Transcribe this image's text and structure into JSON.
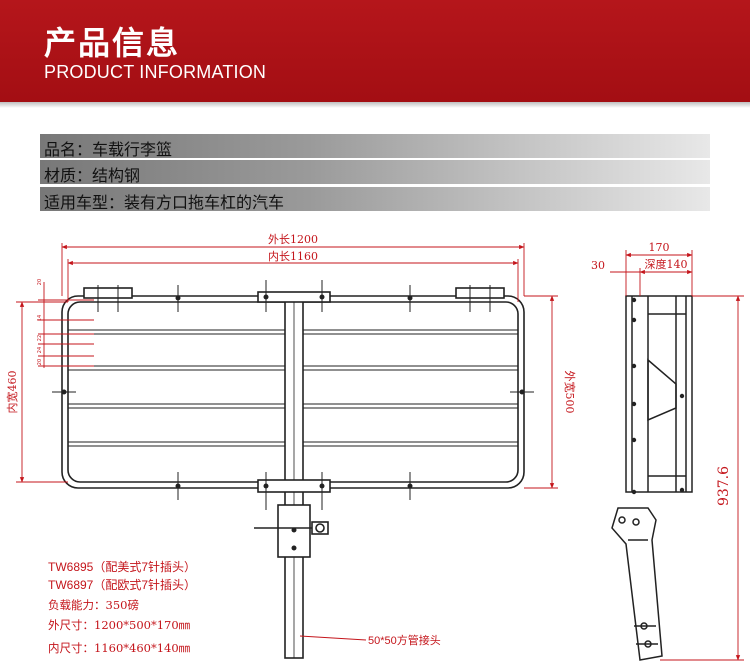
{
  "header": {
    "title_cn": "产品信息",
    "title_en": "PRODUCT INFORMATION"
  },
  "specs": [
    {
      "label": "品名：车载行李篮"
    },
    {
      "label": "材质：结构钢"
    },
    {
      "label": "适用车型：装有方口拖车杠的汽车"
    }
  ],
  "dimensions": {
    "outer_length": "外长1200",
    "inner_length": "内长1160",
    "inner_width": "内宽460",
    "outer_width": "外宽500",
    "side_top": "170",
    "side_offset": "30",
    "side_depth": "深度140",
    "total_height": "937.6",
    "small_20a": "20",
    "small_14": "14",
    "small_22": "22",
    "small_24": "24",
    "small_20b": "20"
  },
  "notes": [
    "TW6895（配美式7针插头）",
    "TW6897（配欧式7针插头）",
    "负载能力：350磅",
    "外尺寸：1200*500*170㎜",
    "内尺寸：1160*460*140㎜"
  ],
  "tube_label": "50*50方管接头",
  "colors": {
    "banner": "#a8111a",
    "dimension": "#c4151b",
    "drawing": "#222222"
  }
}
